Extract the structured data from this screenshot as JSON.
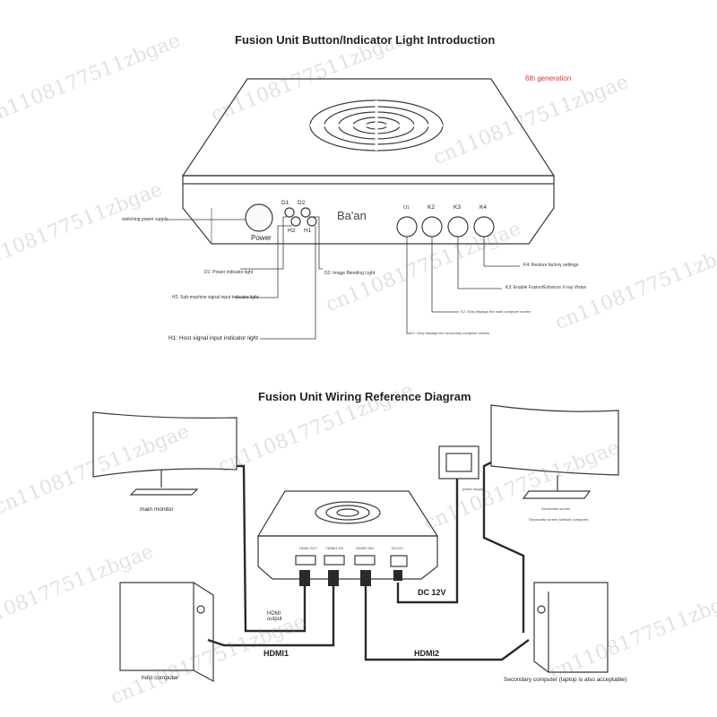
{
  "top": {
    "title": "Fusion Unit Button/Indicator Light Introduction",
    "generation": "6th generation",
    "brand": "Ba'an",
    "power_label": "Power",
    "led_labels": [
      "D1",
      "D2",
      "H2",
      "H1"
    ],
    "key_labels": [
      "O1",
      "K2",
      "K3",
      "K4"
    ],
    "callouts": {
      "switching_power": "switching power supply",
      "d1": "D1: Power indicator light",
      "h2": "H2: Sub-machine signal input indicator light",
      "h1": "H1: Host signal input indicator light",
      "d2": "D2: Image Blending Light",
      "k4": "K4: Restore factory settings",
      "k3": "K3: Enable Fusion/Enhance X-ray Vision",
      "k2": "K2: Only displays the main computer screen",
      "k1": "K1: Only displays the secondary computer screen"
    }
  },
  "bottom": {
    "title": "Fusion Unit Wiring Reference Diagram",
    "main_monitor": "main monitor",
    "secondary_monitor": "Secondary screen (without computer)",
    "screen_label": "Secondary screen",
    "power_supply": "power supply",
    "ports": [
      "HDMI OUT",
      "HDMI1 H/L",
      "HDMI2 IN/L",
      "DC12V"
    ],
    "hdmi_output": "HDMI output",
    "hdmi1": "HDMI1",
    "hdmi2": "HDMI2",
    "dc": "DC 12V",
    "host_computer": "host computer",
    "secondary_computer": "Secondary computer (laptop is also acceptable)"
  },
  "watermark": "cn1108177511zbgae"
}
